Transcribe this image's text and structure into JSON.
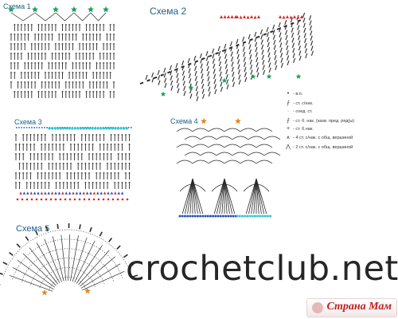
{
  "schemes": [
    {
      "title": "Схема 1"
    },
    {
      "title": "Схема 2"
    },
    {
      "title": "Схема 3"
    },
    {
      "title": "Схема 4"
    },
    {
      "title": "Схема 5"
    }
  ],
  "legend": [
    {
      "symbol": "•",
      "text": "- в.п."
    },
    {
      "symbol": "⨏",
      "text": "- ст. с/нак."
    },
    {
      "symbol": "·",
      "text": "- соед. ст."
    },
    {
      "symbol": "⨏",
      "text": "- ст. б. нак. (захв. пред. ряд(ы)"
    },
    {
      "symbol": "+",
      "text": "- ст. б.нак."
    },
    {
      "symbol": "⩚",
      "text": "- 4 ст. с/нак. с общ. вершиной"
    },
    {
      "symbol": "⋀",
      "text": "- 2 ст. с/нак. с общ. вершиной"
    }
  ],
  "watermark": "crochetclub.net",
  "brand": "Страна Мам",
  "colors": {
    "title": "#1f5f86",
    "green_star": "#1aa35a",
    "red_triangle": "#d62828",
    "cyan_dot": "#2ec4d6",
    "blue_dot": "#2451b8",
    "orange_star": "#e0891c",
    "stitch": "#2a2a2a"
  },
  "icons": [
    "green-star-icon",
    "red-triangle-icon",
    "orange-star-icon",
    "cyan-dot-icon",
    "blue-dot-icon"
  ]
}
